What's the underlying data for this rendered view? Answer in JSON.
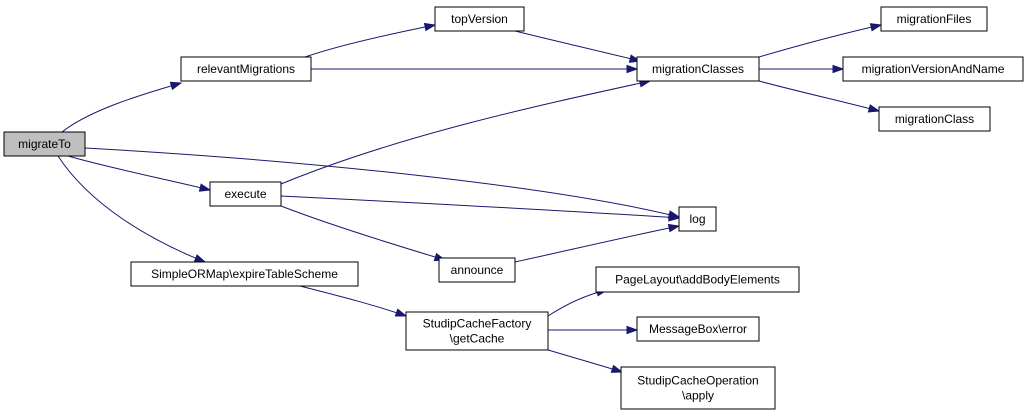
{
  "nodes": {
    "migrateTo": {
      "lines": [
        "migrateTo"
      ],
      "fill": "#bfbfbf"
    },
    "relevantMigrations": {
      "lines": [
        "relevantMigrations"
      ],
      "fill": "#ffffff"
    },
    "topVersion": {
      "lines": [
        "topVersion"
      ],
      "fill": "#ffffff"
    },
    "migrationClasses": {
      "lines": [
        "migrationClasses"
      ],
      "fill": "#ffffff"
    },
    "migrationFiles": {
      "lines": [
        "migrationFiles"
      ],
      "fill": "#ffffff"
    },
    "migrationVersionAndName": {
      "lines": [
        "migrationVersionAndName"
      ],
      "fill": "#ffffff"
    },
    "migrationClass": {
      "lines": [
        "migrationClass"
      ],
      "fill": "#ffffff"
    },
    "execute": {
      "lines": [
        "execute"
      ],
      "fill": "#ffffff"
    },
    "log": {
      "lines": [
        "log"
      ],
      "fill": "#ffffff"
    },
    "announce": {
      "lines": [
        "announce"
      ],
      "fill": "#ffffff"
    },
    "expireTableScheme": {
      "lines": [
        "SimpleORMap\\expireTableScheme"
      ],
      "fill": "#ffffff"
    },
    "getCache": {
      "lines": [
        "StudipCacheFactory",
        "\\getCache"
      ],
      "fill": "#ffffff"
    },
    "addBodyElements": {
      "lines": [
        "PageLayout\\addBodyElements"
      ],
      "fill": "#ffffff"
    },
    "messageBoxError": {
      "lines": [
        "MessageBox\\error"
      ],
      "fill": "#ffffff"
    },
    "cacheApply": {
      "lines": [
        "StudipCacheOperation",
        "\\apply"
      ],
      "fill": "#ffffff"
    }
  },
  "edges": [
    [
      "migrateTo",
      "relevantMigrations"
    ],
    [
      "migrateTo",
      "execute"
    ],
    [
      "migrateTo",
      "log"
    ],
    [
      "migrateTo",
      "expireTableScheme"
    ],
    [
      "relevantMigrations",
      "topVersion"
    ],
    [
      "relevantMigrations",
      "migrationClasses"
    ],
    [
      "topVersion",
      "migrationClasses"
    ],
    [
      "migrationClasses",
      "migrationFiles"
    ],
    [
      "migrationClasses",
      "migrationVersionAndName"
    ],
    [
      "migrationClasses",
      "migrationClass"
    ],
    [
      "execute",
      "migrationClasses"
    ],
    [
      "execute",
      "log"
    ],
    [
      "execute",
      "announce"
    ],
    [
      "announce",
      "log"
    ],
    [
      "expireTableScheme",
      "getCache"
    ],
    [
      "getCache",
      "addBodyElements"
    ],
    [
      "getCache",
      "messageBoxError"
    ],
    [
      "getCache",
      "cacheApply"
    ]
  ],
  "colors": {
    "edge": "#191970",
    "focus_fill": "#bfbfbf",
    "node_fill": "#ffffff",
    "border": "#000000"
  }
}
